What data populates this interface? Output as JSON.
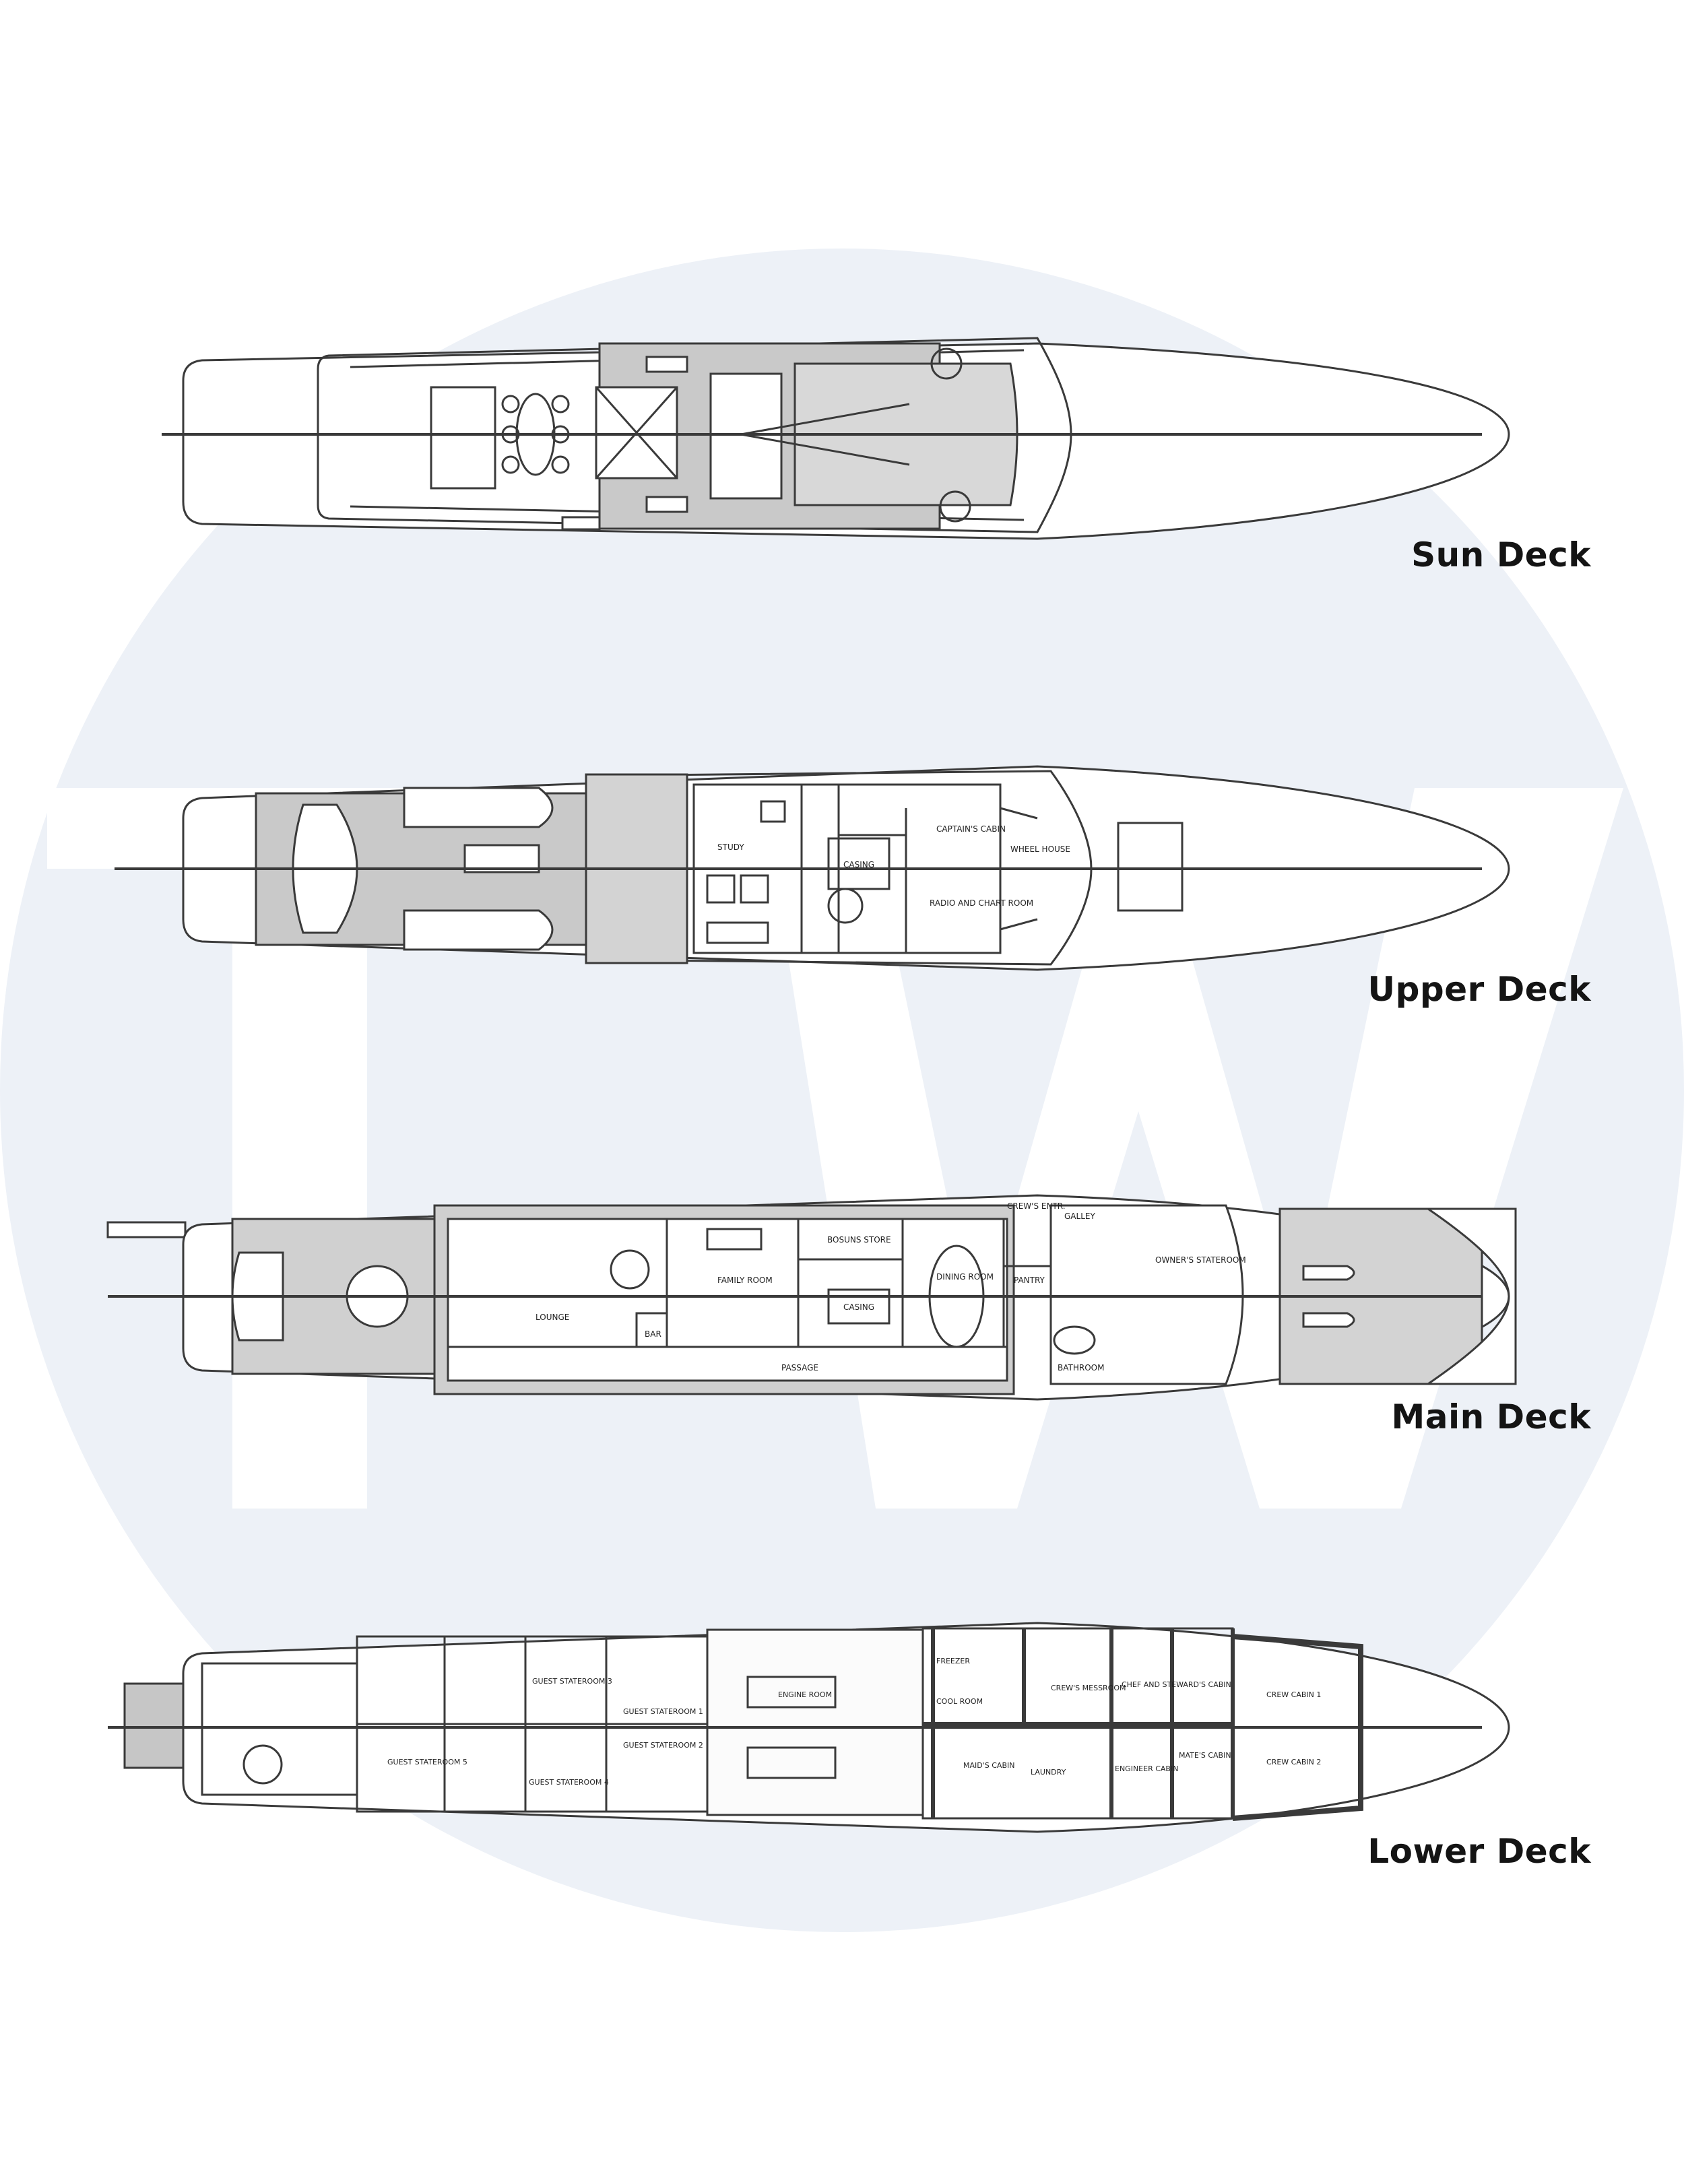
{
  "colors": {
    "watermark_circle": "#edf1f7",
    "watermark_letters": "#ffffff",
    "line": "#3a3a3a",
    "teak": "#c9c9c9",
    "hull_fill": "#ffffff",
    "label": "#141414"
  },
  "watermark": {
    "text": "TW"
  },
  "decks": [
    {
      "id": "sun",
      "label": "Sun Deck",
      "rooms": []
    },
    {
      "id": "upper",
      "label": "Upper Deck",
      "rooms": [
        "STUDY",
        "CASING",
        "CAPTAIN'S CABIN",
        "WHEEL HOUSE",
        "RADIO AND CHART ROOM"
      ]
    },
    {
      "id": "main",
      "label": "Main Deck",
      "rooms": [
        "LOUNGE",
        "BAR",
        "FAMILY ROOM",
        "BOSUNS STORE",
        "CASING",
        "DINING ROOM",
        "PANTRY",
        "CREW'S ENTR.",
        "GALLEY",
        "OWNER'S STATEROOM",
        "BATHROOM",
        "PASSAGE"
      ]
    },
    {
      "id": "lower",
      "label": "Lower Deck",
      "rooms": [
        "GUEST STATEROOM 3",
        "GUEST STATEROOM 1",
        "GUEST STATEROOM 2",
        "GUEST STATEROOM 4",
        "GUEST STATEROOM 5",
        "ENGINE ROOM",
        "FREEZER",
        "COOL ROOM",
        "CREW'S MESSROOM",
        "CHEF AND STEWARD'S CABIN",
        "MAID'S CABIN",
        "LAUNDRY",
        "ENGINEER CABIN",
        "MATE'S CABIN",
        "CREW CABIN 1",
        "CREW CABIN 2"
      ]
    }
  ]
}
